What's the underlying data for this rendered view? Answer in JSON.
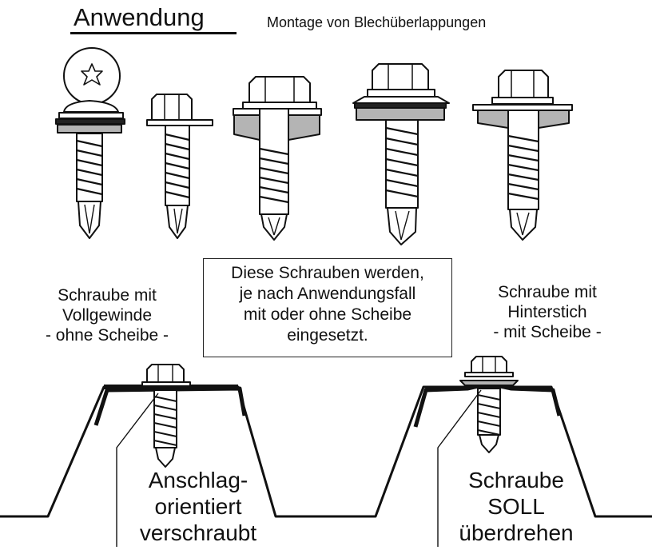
{
  "title": "Anwendung",
  "subtitle": "Montage von Blechüberlappungen",
  "labels": {
    "left": [
      "Schraube mit",
      "Vollgewinde",
      "- ohne Scheibe -"
    ],
    "center": [
      "Diese Schrauben werden,",
      "je nach Anwendungsfall",
      "mit oder ohne Scheibe",
      "eingesetzt."
    ],
    "right": [
      "Schraube mit",
      "Hinterstich",
      "- mit Scheibe -"
    ],
    "bottom_left": [
      "Anschlag-",
      "orientiert",
      "verschraubt"
    ],
    "bottom_right": [
      "Schraube",
      "SOLL",
      "überdrehen"
    ]
  },
  "icons": {
    "screw_head_top_view": "torx-pan-head-top-view-icon",
    "screws": [
      "pan-head-screw-with-washer-icon",
      "hex-head-screw-icon",
      "hex-head-screw-with-large-washer-icon",
      "hex-flange-screw-with-washer-icon",
      "hex-head-screw-with-undercut-icon"
    ],
    "profile": "trapezoidal-sheet-profile-icon"
  },
  "colors": {
    "ink": "#111111",
    "washer_gray": "#b4b4b4",
    "background": "#ffffff"
  }
}
